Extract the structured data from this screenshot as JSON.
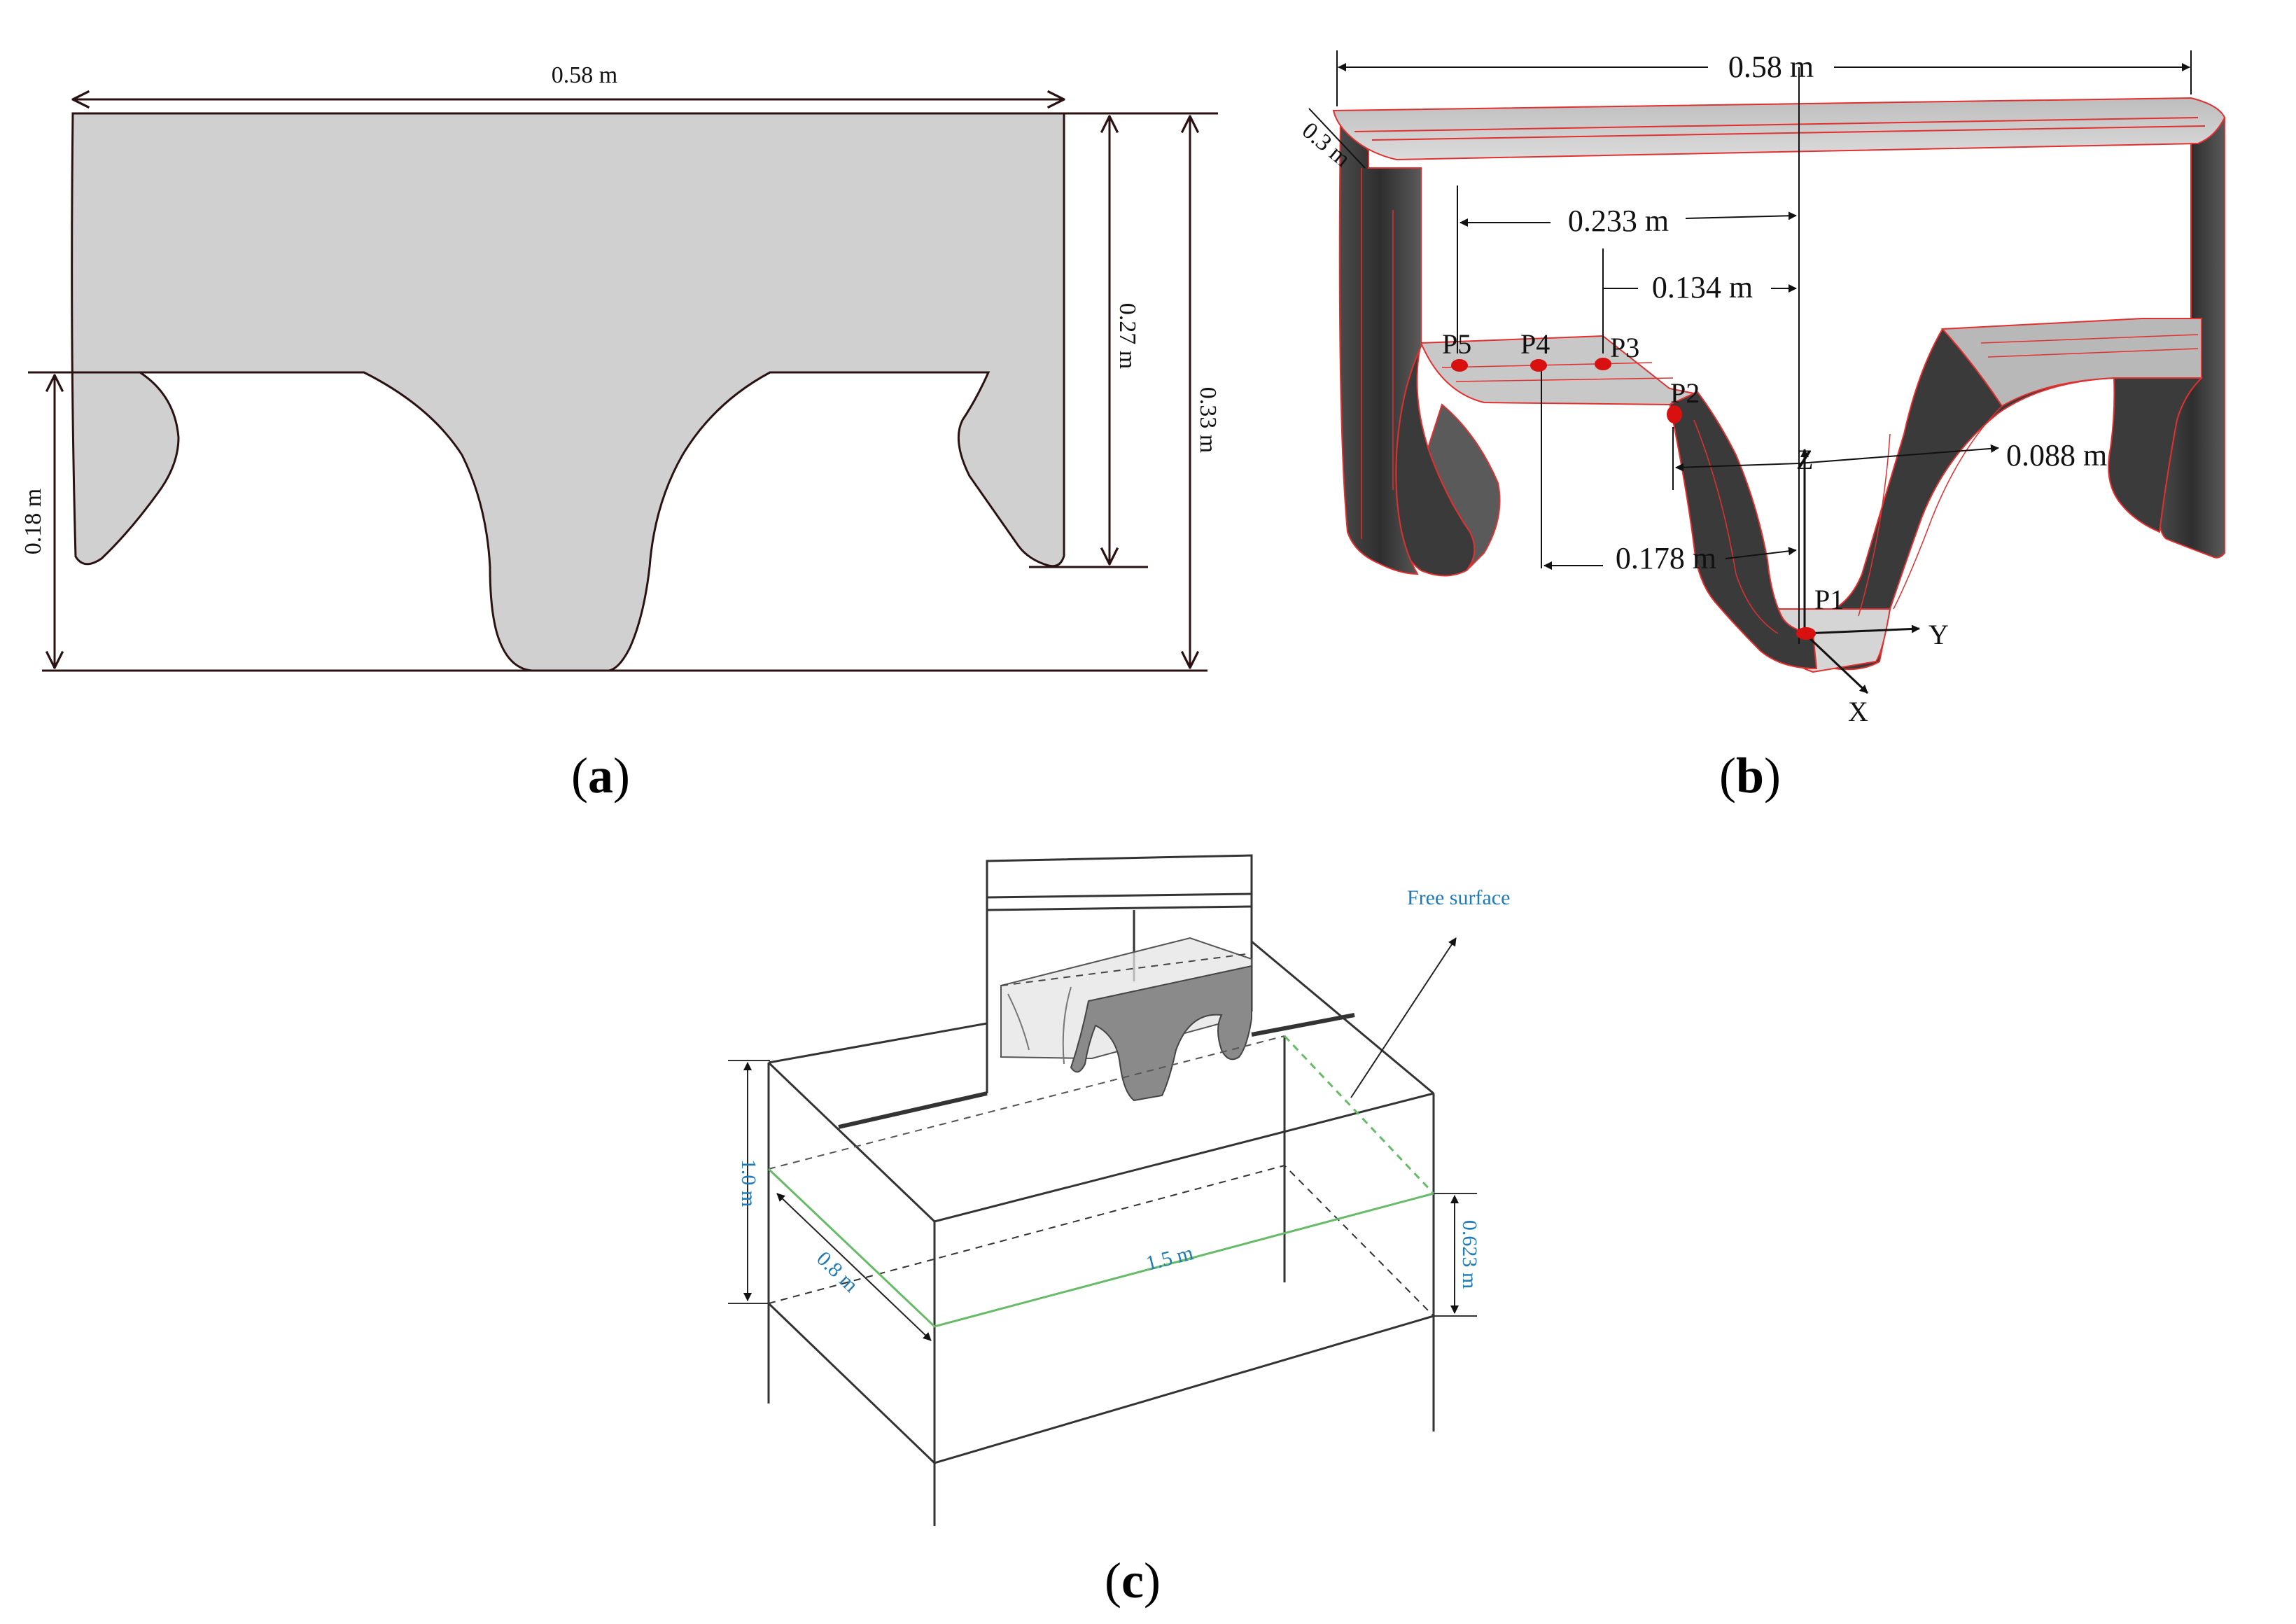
{
  "panel_a": {
    "caption": "(a)",
    "caption_bold": "a",
    "width": "0.58 m",
    "height_total": "0.33 m",
    "height_upper": "0.27 m",
    "height_lower": "0.18 m"
  },
  "panel_b": {
    "caption": "(b)",
    "caption_bold": "b",
    "width": "0.58 m",
    "depth": "0.3 m",
    "dim_233": "0.233 m",
    "dim_134": "0.134 m",
    "dim_088": "0.088 m",
    "dim_178": "0.178 m",
    "points": [
      "P5",
      "P4",
      "P3",
      "P2",
      "P1"
    ],
    "axes": {
      "x": "X",
      "y": "Y",
      "z": "Z"
    }
  },
  "panel_c": {
    "caption": "(c)",
    "caption_bold": "c",
    "free_surface": "Free surface",
    "height": "1.0 m",
    "width": "0.8 m",
    "length": "1.5 m",
    "water_depth": "0.623 m"
  },
  "colors": {
    "section_fill": "#d0d0d0",
    "outline": "#2a1212",
    "hull_dark": "#3c3c3c",
    "hull_light": "#cfcfcf",
    "red_line": "#e03030",
    "probe": "#d81010",
    "label_blue": "#1f7ab8",
    "free_surface_green": "#66bb66"
  }
}
